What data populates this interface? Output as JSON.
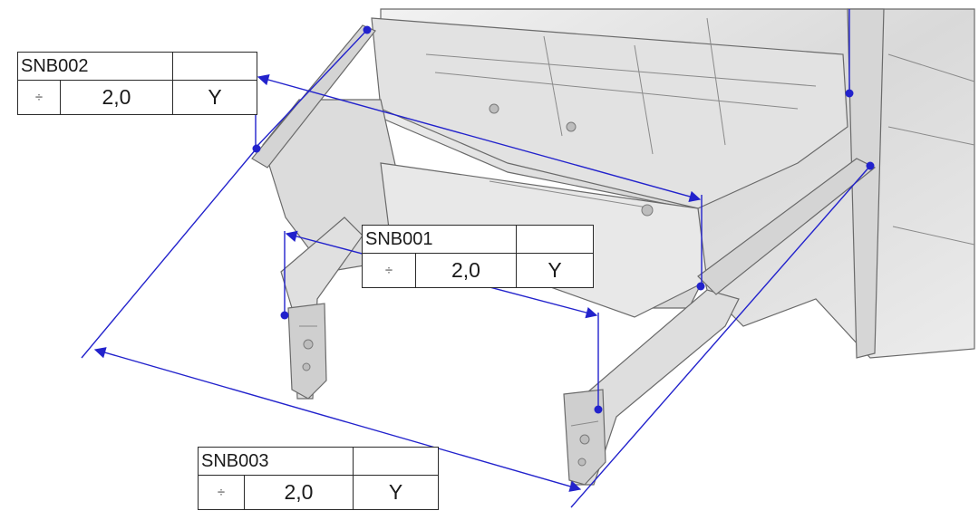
{
  "colors": {
    "dimension": "#2222cc",
    "body_stroke": "#6a6a6a",
    "body_fill": "#e6e6e6",
    "table_border": "#2a2a2a"
  },
  "measurements": [
    {
      "id": "SNB002",
      "symbol": "÷",
      "value": "2,0",
      "axis": "Y"
    },
    {
      "id": "SNB001",
      "symbol": "÷",
      "value": "2,0",
      "axis": "Y"
    },
    {
      "id": "SNB003",
      "symbol": "÷",
      "value": "2,0",
      "axis": "Y"
    }
  ]
}
